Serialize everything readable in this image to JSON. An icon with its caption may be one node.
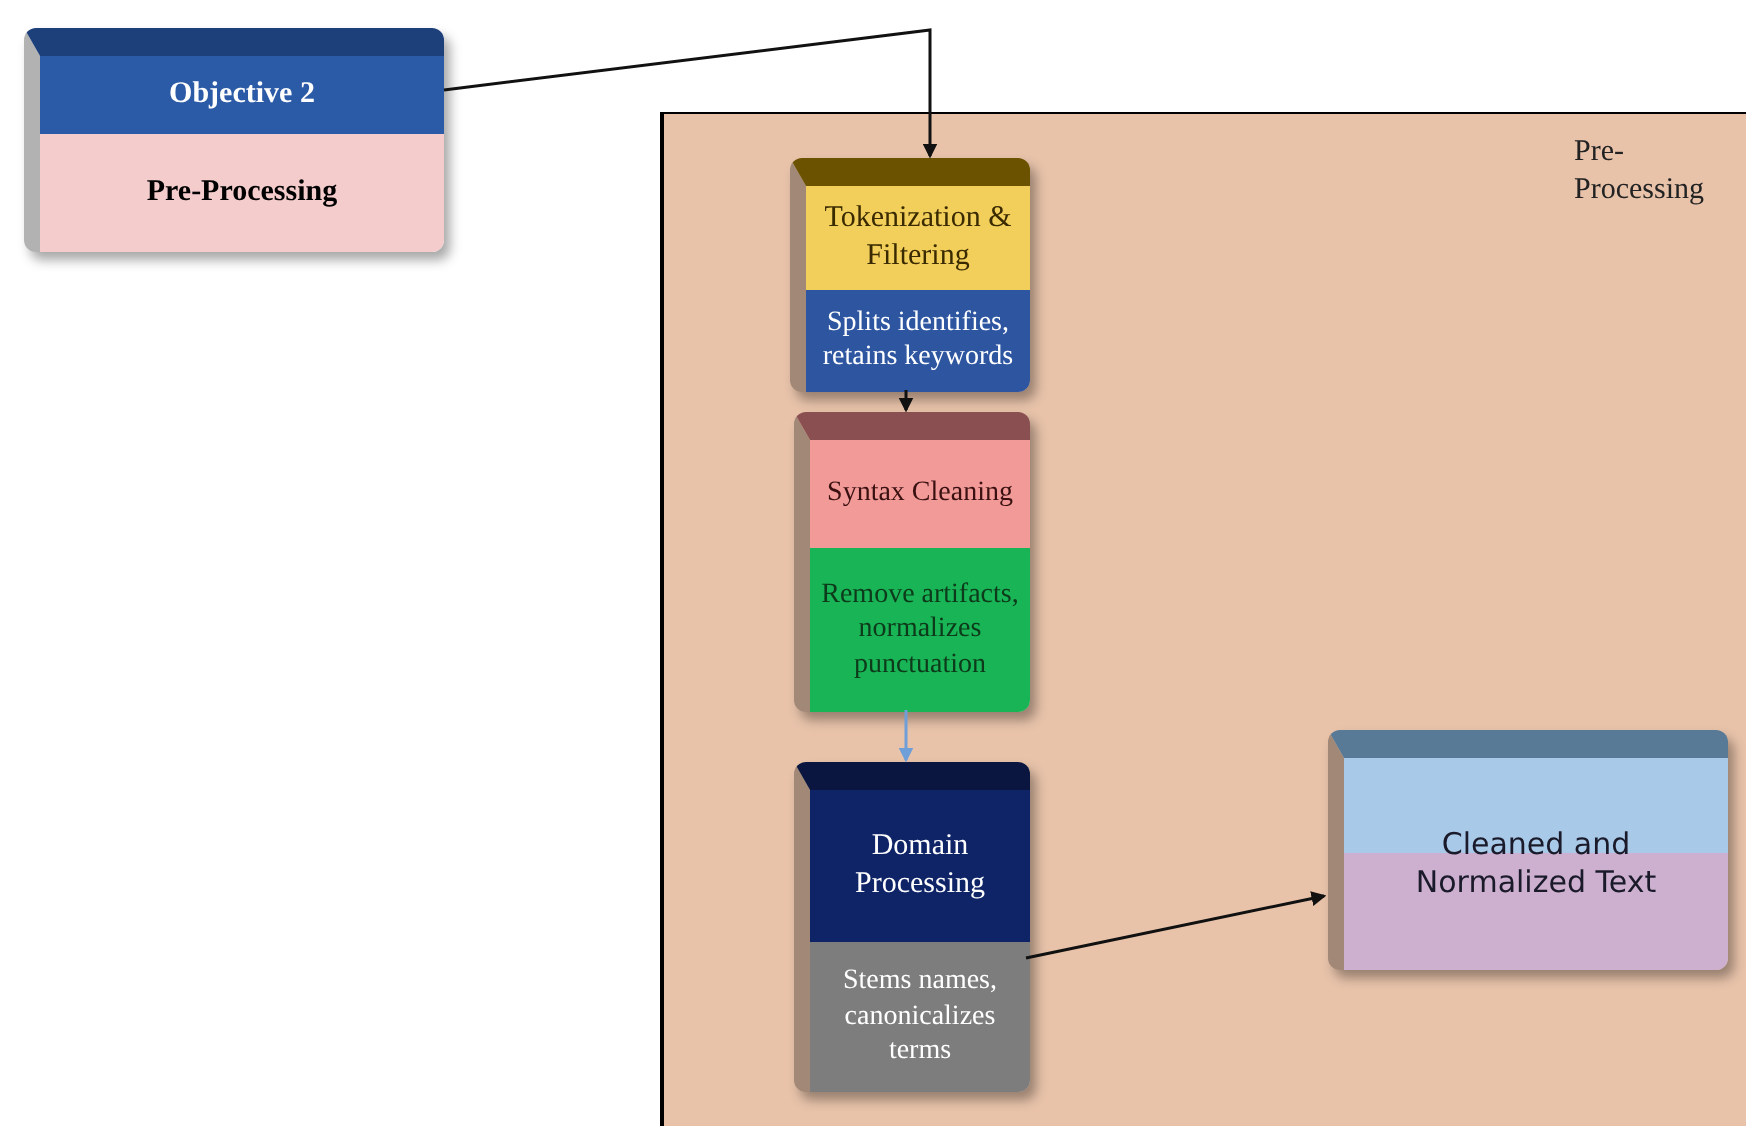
{
  "diagram": {
    "nodes": [
      {
        "text": [
          "Objective 2",
          "Pre-Processing"
        ]
      },
      {
        "text": [
          "Pre-Processing"
        ]
      },
      {
        "text": [
          "Tokenization & Filtering",
          "Splits identifies, retains keywords"
        ],
        "in": 1
      },
      {
        "text": [
          "Syntax Cleaning",
          "Remove artifacts, normalizes punctuation"
        ],
        "in": 1
      },
      {
        "text": [
          "Domain Processing",
          "Stems names, canonicalizes terms"
        ],
        "in": 1
      },
      {
        "text": [
          "Cleaned and Normalized Text"
        ],
        "in": 1
      }
    ],
    "edges": [
      {
        "from": 0,
        "to": 2,
        "arrow": "to"
      },
      {
        "from": 2,
        "to": 3,
        "arrow": "to"
      },
      {
        "from": 3,
        "to": 4,
        "arrow": "to",
        "color": "#6f9fd8"
      },
      {
        "from": 4,
        "to": 5,
        "arrow": "to"
      }
    ]
  }
}
